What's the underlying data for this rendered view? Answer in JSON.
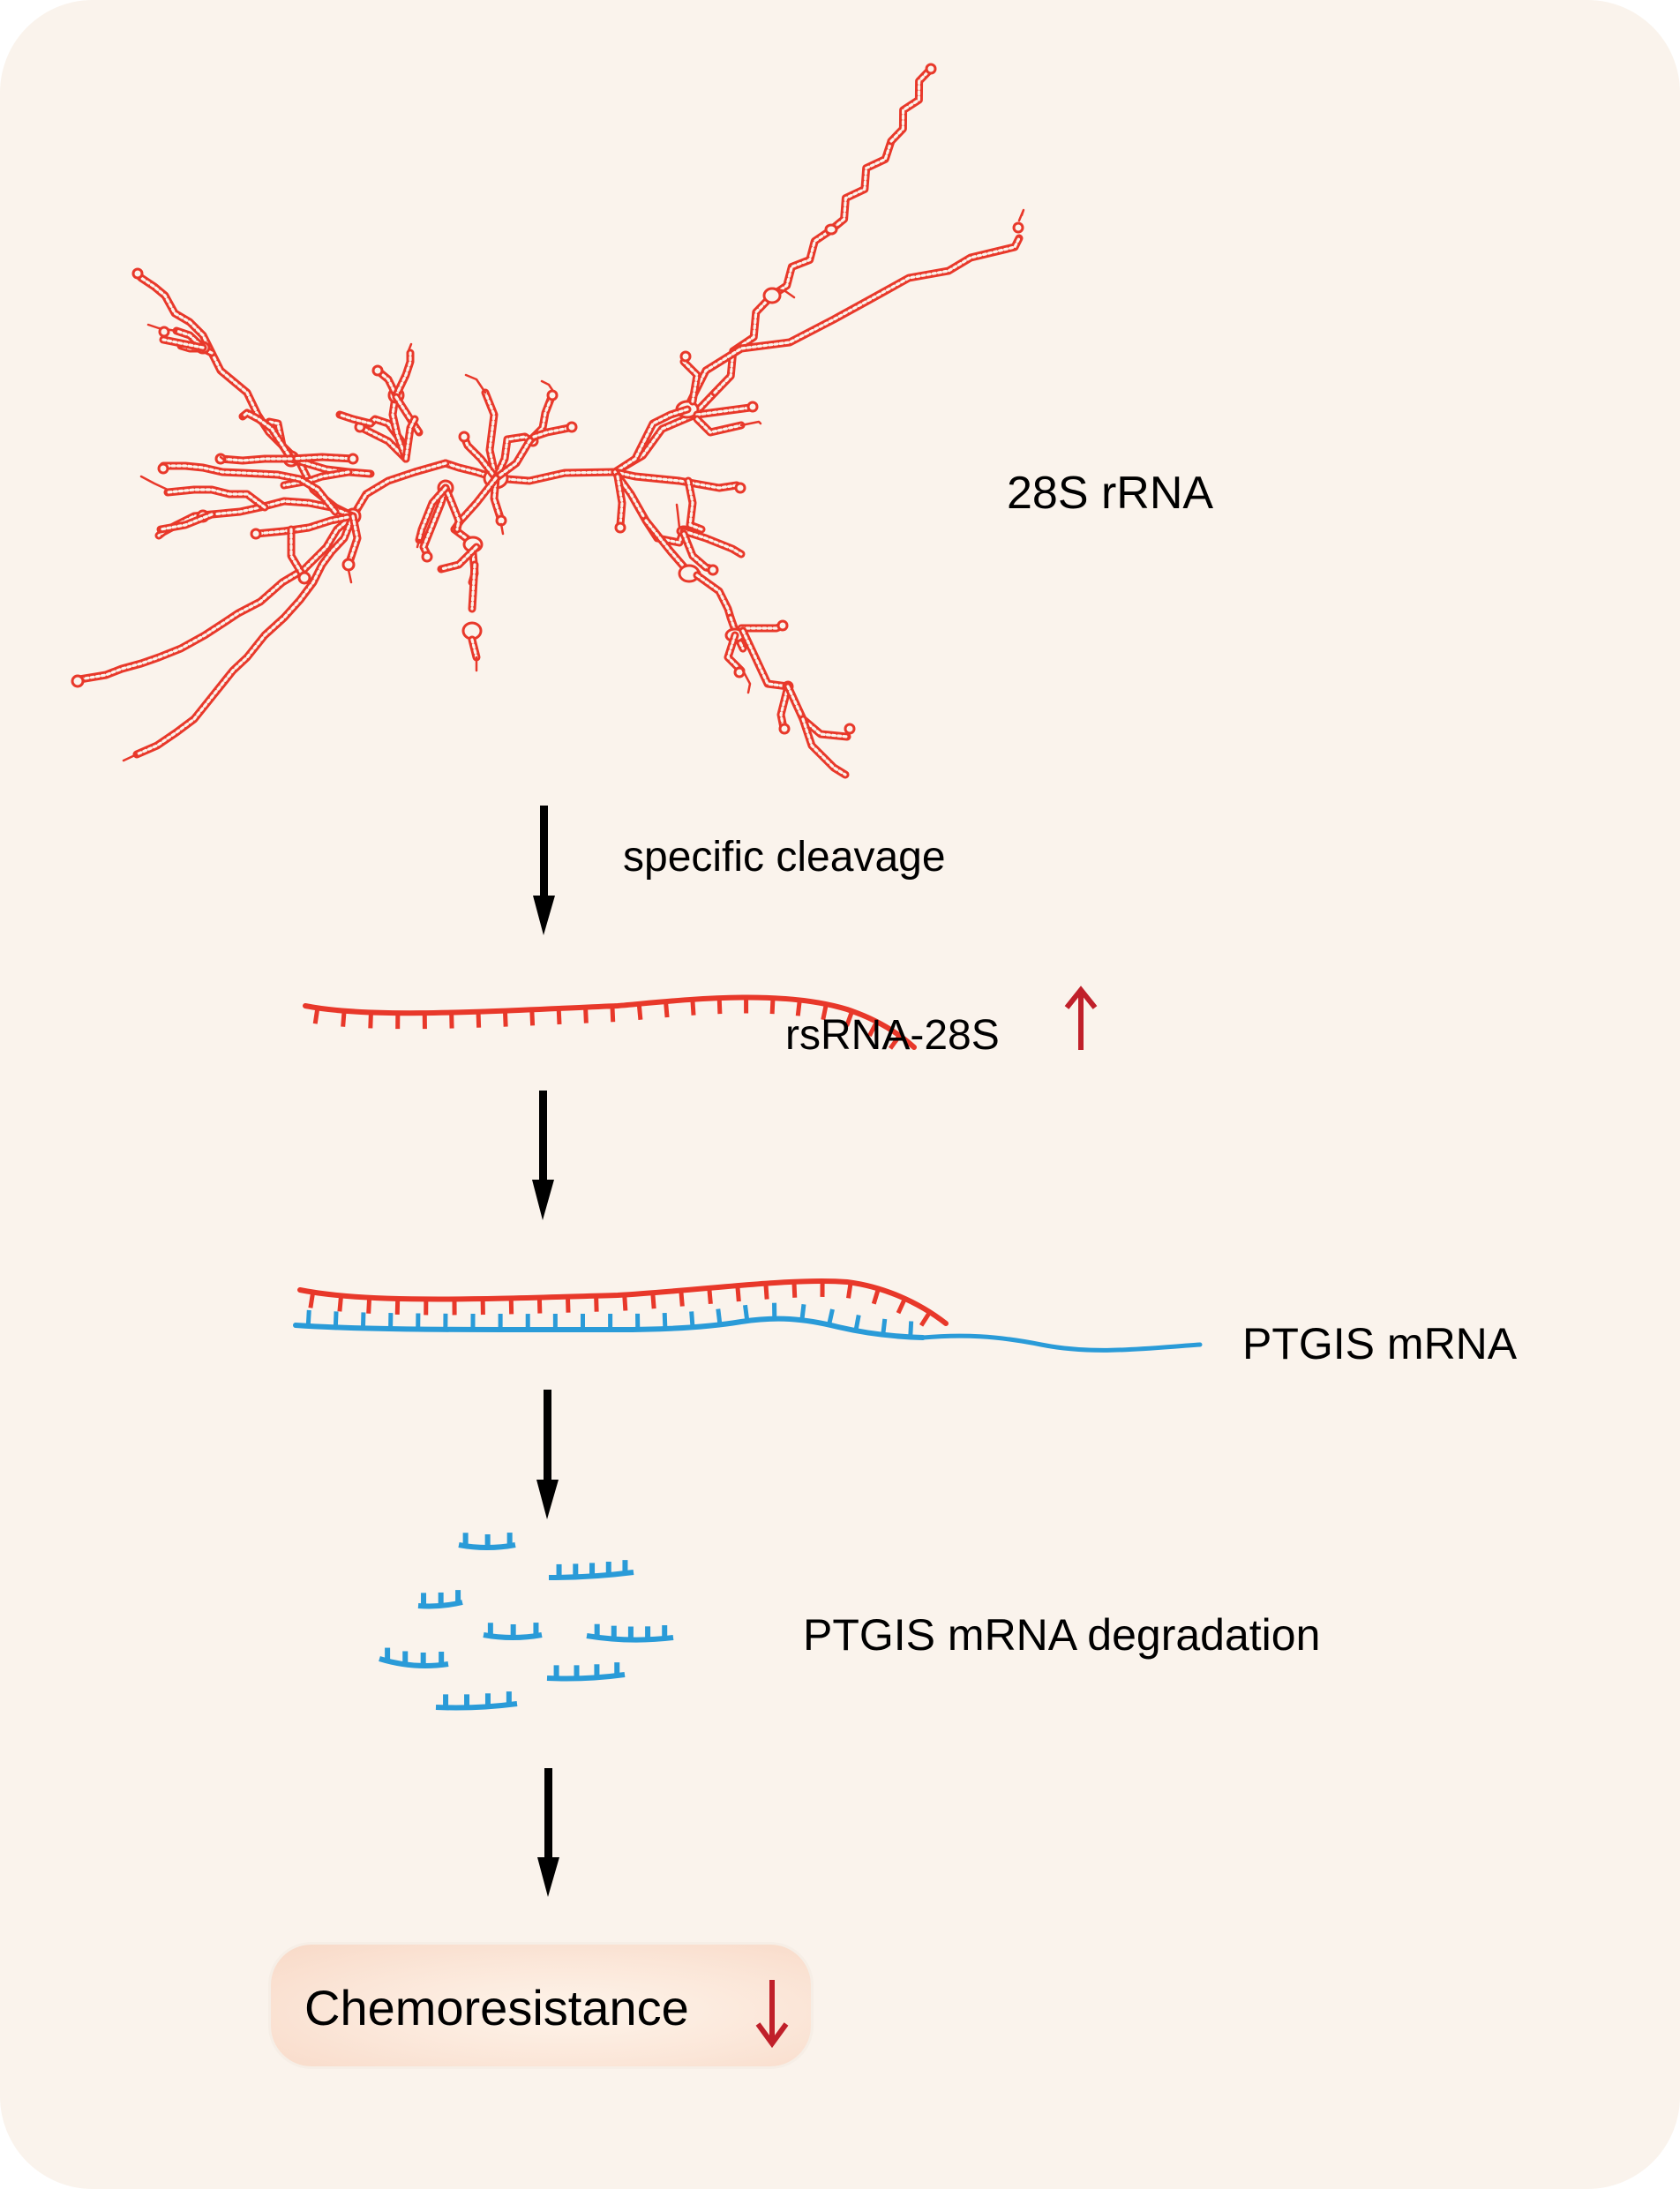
{
  "diagram": {
    "title": "rsRNA-28S mediated PTGIS mRNA degradation pathway",
    "colors": {
      "background": "#FAF3EC",
      "rrna": "#E8382A",
      "mrna": "#2A9BD8",
      "arrow": "#000000",
      "indicator": "#C0202A",
      "pill": "#F8D9C7"
    },
    "steps": [
      {
        "id": "rrna",
        "label": "28S rRNA",
        "icon": "rrna-secondary-structure"
      },
      {
        "id": "cleavage",
        "label": "specific cleavage",
        "icon": "arrow-down"
      },
      {
        "id": "rsrna",
        "label": "rsRNA-28S",
        "indicator": "up-arrow",
        "indicator_meaning": "increased"
      },
      {
        "id": "binding",
        "label": "PTGIS mRNA",
        "icon": "rsrna-mrna-duplex"
      },
      {
        "id": "degradation",
        "label": "PTGIS mRNA degradation",
        "icon": "mrna-fragments",
        "fragment_count": 8
      },
      {
        "id": "outcome",
        "label": "Chemoresistance",
        "indicator": "down-arrow",
        "indicator_meaning": "decreased"
      }
    ],
    "arrows": [
      {
        "from": "rrna",
        "to": "rsrna",
        "label": "specific cleavage"
      },
      {
        "from": "rsrna",
        "to": "binding",
        "label": ""
      },
      {
        "from": "binding",
        "to": "degradation",
        "label": ""
      },
      {
        "from": "degradation",
        "to": "outcome",
        "label": ""
      }
    ]
  }
}
